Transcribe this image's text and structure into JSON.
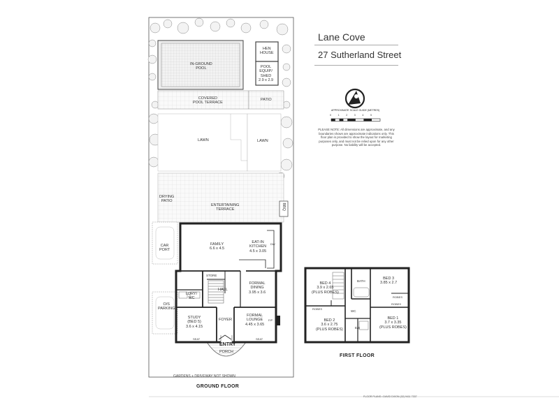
{
  "header": {
    "suburb": "Lane Cove",
    "address": "27 Sutherland Street"
  },
  "scale": {
    "title": "APPROXIMATE SCALE GUIDE (METRES)",
    "ticks": [
      "0",
      "1",
      "2",
      "3",
      "4",
      "5"
    ]
  },
  "disclaimer": "PLEASE NOTE: All dimensions are approximate, and any boundaries shown are approximate indications only. This floor plan is provided to show the layout for marketing purposes only, and must not be relied upon for any other purpose. No liability will be accepted.",
  "ground_floor": {
    "title": "GROUND FLOOR",
    "rooms": {
      "pool": "IN-GROUND\nPOOL",
      "hen_house": "HEN\nHOUSE",
      "pool_equip": "POOL\nEQUIP/\nSHED\n2.9 x 2.9",
      "covered_terrace": "COVERED\nPOOL TERRACE",
      "patio": "PATIO",
      "lawn_left": "LAWN",
      "lawn_right": "LAWN",
      "drying_patio": "DRYING\nPATIO",
      "entertaining": "ENTERTAINING\nTERRACE",
      "bbq": "BBQ",
      "car_port": "CAR\nPORT",
      "os_parking": "O/S\nPARKING",
      "family": "FAMILY\n6.6 x 4.5",
      "kitchen": "EAT-IN\nKITCHEN\n4.5 x 3.05",
      "dw": "DW",
      "store": "STORE",
      "hall": "HALL",
      "ldry": "LDRY/\nWC",
      "dining": "FORMAL\nDINING\n3.95 x 3.6",
      "study": "STUDY\n(BED 5)\n3.6 x 4.15",
      "foyer": "FOYER",
      "lounge": "FORMAL\nLOUNGE\n4.45 x 3.65",
      "entry": "ENTRY",
      "porch": "PORCH",
      "seat_left": "SEAT",
      "seat_right": "SEAT",
      "fp": "F/P"
    },
    "note": "GARDENS + DRIVEWAY NOT SHOWN"
  },
  "first_floor": {
    "title": "FIRST FLOOR",
    "rooms": {
      "bed4": "BED 4\n3.9 x 2.65\n(PLUS ROBES)",
      "bed3": "BED 3\n3.85 x 2.7",
      "bath": "BATH",
      "robes_left": "ROBES",
      "robes_right_top": "ROBES",
      "robes_right_bottom": "ROBES",
      "wc": "WC",
      "bed2": "BED 2\n3.6 x 2.75\n(PLUS ROBES)",
      "bed1": "BED 1\n3.7 x 3.35\n(PLUS ROBES)",
      "es": "E/S"
    }
  },
  "credit": "FLOOR PLANS • DAVID DIXON (02) 9411 7337"
}
